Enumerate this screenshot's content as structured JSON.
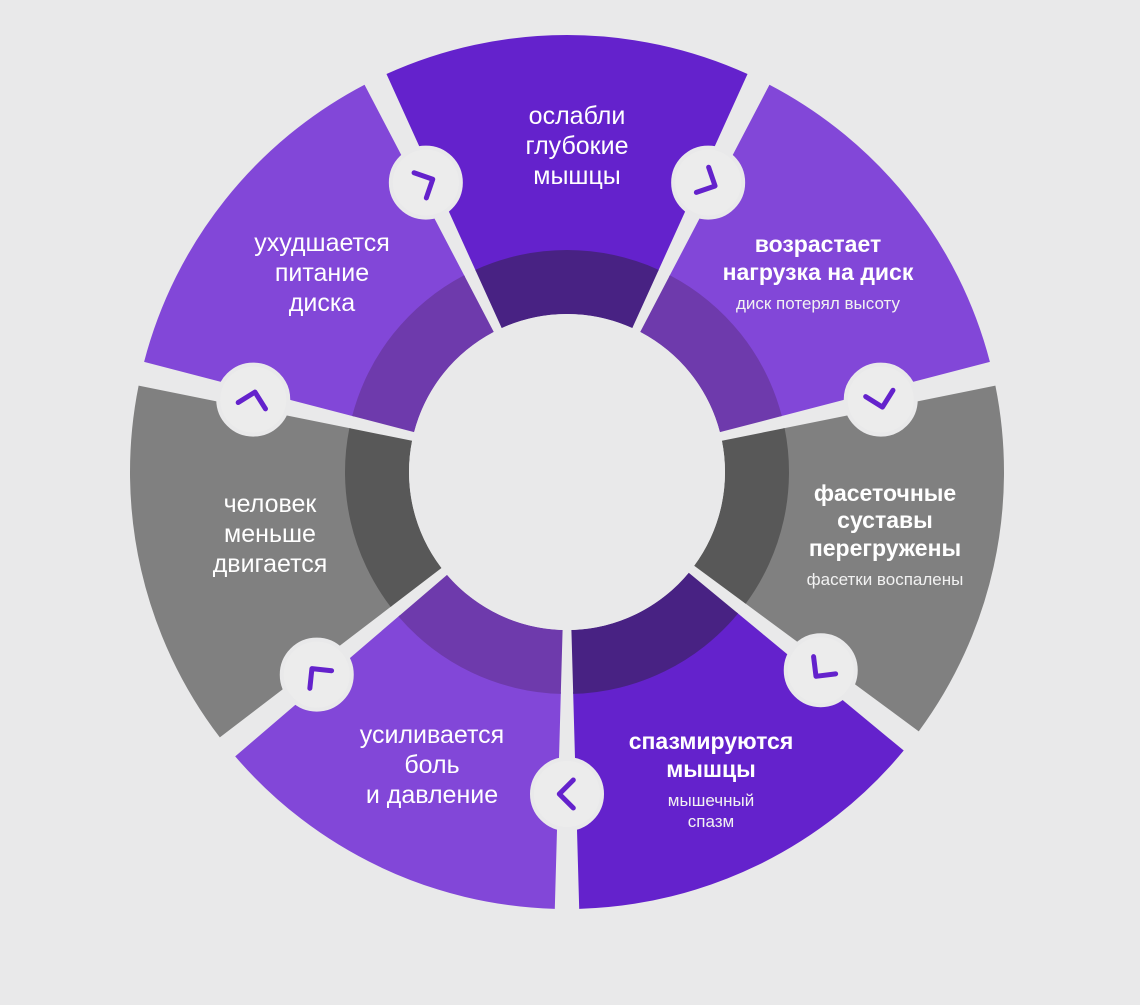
{
  "colors": {
    "background": "#e9e9ea",
    "dark_purple": "#6422cc",
    "light_purple": "#8247d8",
    "gray": "#808080",
    "ring_purple": "#6e3aac",
    "ring_dark_purple": "#482283",
    "ring_gray": "#585858",
    "arrow_purple": "#6422cc",
    "connector_fill": "#ececec"
  },
  "segments": [
    {
      "main": "ослабли\nглубокие\nмышцы",
      "sub": "",
      "bold": false,
      "color": "dark_purple",
      "ring": "ring_dark_purple"
    },
    {
      "main": "возрастает\nнагрузка на диск",
      "sub": "диск потерял высоту",
      "bold": true,
      "color": "light_purple",
      "ring": "ring_purple"
    },
    {
      "main": "фасеточные\nсуставы\nперегружены",
      "sub": "фасетки воспалены",
      "bold": true,
      "color": "gray",
      "ring": "ring_gray"
    },
    {
      "main": "спазмируются\nмышцы",
      "sub": "мышечный\nспазм",
      "bold": true,
      "color": "dark_purple",
      "ring": "ring_dark_purple"
    },
    {
      "main": "усиливается\nболь\nи давление",
      "sub": "",
      "bold": false,
      "color": "light_purple",
      "ring": "ring_purple"
    },
    {
      "main": "человек\nменьше\nдвигается",
      "sub": "",
      "bold": false,
      "color": "gray",
      "ring": "ring_gray"
    },
    {
      "main": "ухудшается\nпитание\nдиска",
      "sub": "",
      "bold": false,
      "color": "light_purple",
      "ring": "ring_purple"
    }
  ],
  "connectors": [
    {
      "icon": "chevron-right-icon"
    },
    {
      "icon": "chevron-right-icon"
    },
    {
      "icon": "chevron-right-icon"
    },
    {
      "icon": "chevron-right-icon"
    },
    {
      "icon": "chevron-right-icon"
    },
    {
      "icon": "chevron-right-icon"
    },
    {
      "icon": "chevron-right-icon"
    }
  ]
}
